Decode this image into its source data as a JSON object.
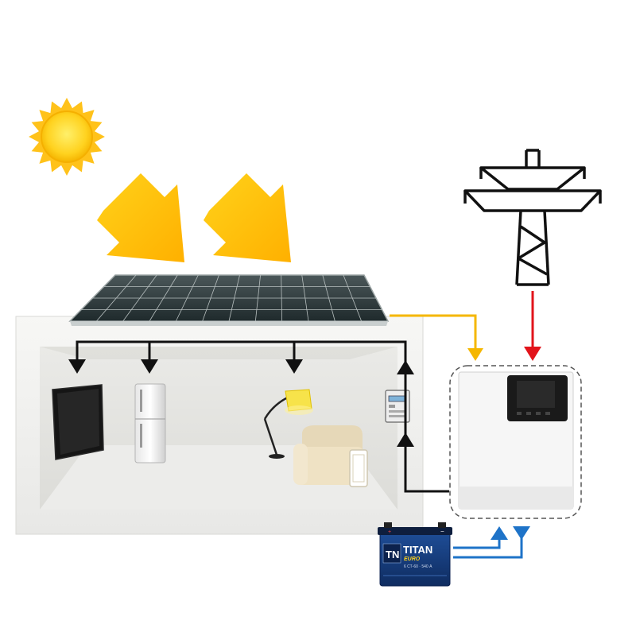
{
  "colors": {
    "sun": "#ffc21a",
    "sun_core": "#ffdd33",
    "sun_arrow": "#ffc107",
    "pv_line": "#f5b700",
    "grid_line": "#e2141b",
    "ac_line": "#111111",
    "battery_line": "#1e73c8",
    "house_wall": "#f2f2f0",
    "room_inner": "#e6e6e3",
    "inverter_body": "#f4f4f4",
    "battery_body": "#143a7a"
  },
  "icons": {
    "sun": "sun-icon",
    "sunlight": "sunlight-arrow-icon",
    "solar_panel": "solar-panel-icon",
    "grid_tower": "transmission-tower-icon",
    "inverter": "hybrid-inverter-icon",
    "battery": "battery-icon",
    "tv": "tv-icon",
    "fridge": "refrigerator-icon",
    "lamp": "floor-lamp-icon",
    "sofa": "sofa-icon",
    "meter": "electricity-meter-icon"
  },
  "battery": {
    "brand": "TITAN",
    "series": "EURO",
    "logo": "TN",
    "spec": "6 СТ-60 · 540 A",
    "plus": "+",
    "minus": "−"
  }
}
